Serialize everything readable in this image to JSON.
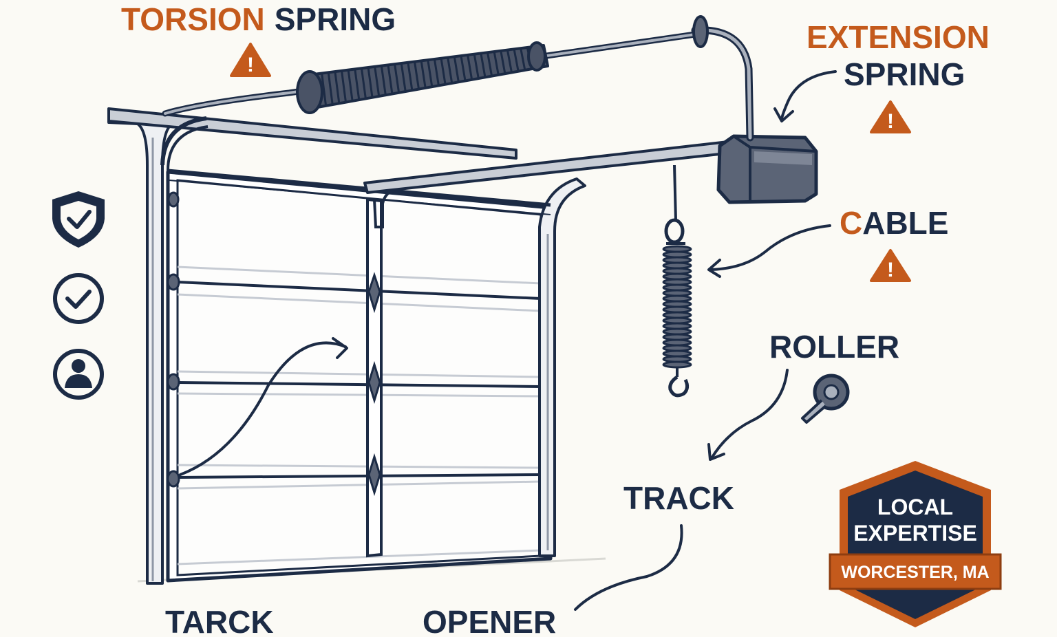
{
  "labels": {
    "torsion_word1": "TORSION",
    "torsion_word2": "SPRING",
    "extension_word1": "EXTENSION",
    "extension_word2": "SPRING",
    "cable_first_letter": "C",
    "cable_rest": "ABLE",
    "roller": "ROLLER",
    "track": "TRACK",
    "opener": "OPENER",
    "tarck": "TARCK"
  },
  "warning_icon_glyph": "!",
  "badge": {
    "line1": "LOCAL",
    "line2": "EXPERTISE",
    "ribbon": "WORCESTER, MA"
  },
  "side_icons": [
    "shield-check-icon",
    "circle-check-icon",
    "user-circle-icon"
  ],
  "colors": {
    "background": "#fbfaf5",
    "navy": "#1c2b45",
    "orange": "#c45a1c",
    "steel": "#5b6476",
    "steel_light": "#8f97a6"
  }
}
